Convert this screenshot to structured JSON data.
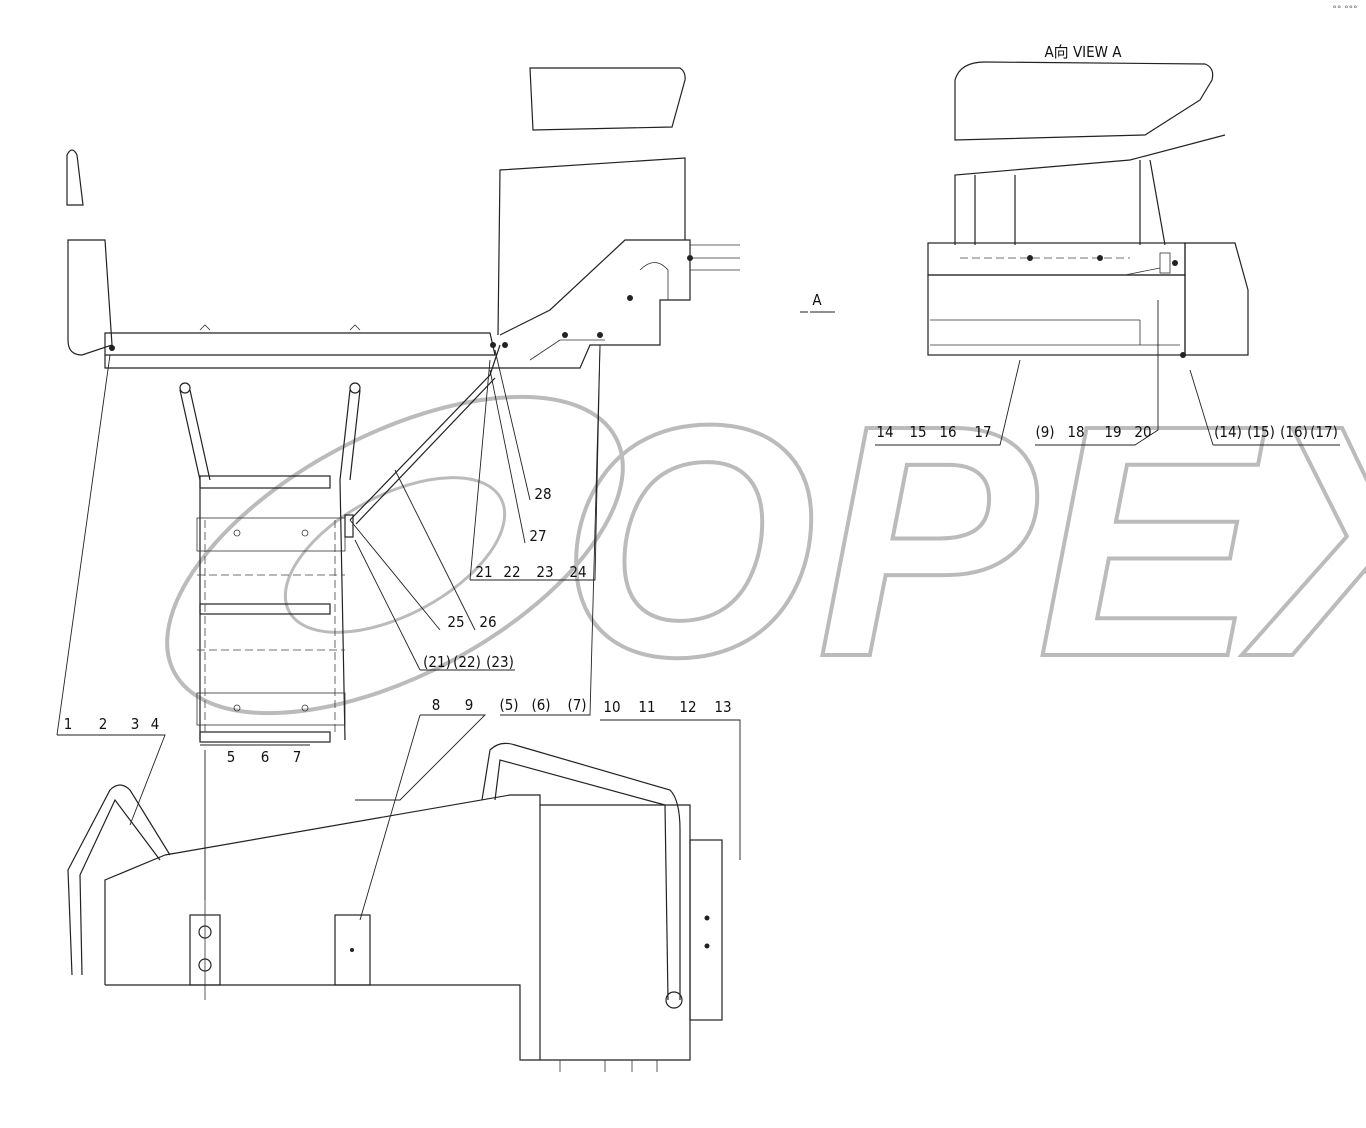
{
  "drawing": {
    "view_title": "A向  VIEW A",
    "view_marker": "A",
    "corner_marks": "°° °°°",
    "watermark": "OPEX",
    "callouts": {
      "view_a_group1": [
        "14",
        "15",
        "16",
        "17"
      ],
      "view_a_group2": [
        "(9)",
        "18",
        "19",
        "20"
      ],
      "view_a_group3": [
        "(14)",
        "(15)",
        "(16)",
        "(17)"
      ],
      "upper": [
        "28",
        "27"
      ],
      "group_21_24": [
        "21",
        "22",
        "23",
        "24"
      ],
      "group_25_26": [
        "25",
        "26"
      ],
      "group_ref_21_23": [
        "(21)",
        "(22)",
        "(23)"
      ],
      "group_8_9": [
        "8",
        "9"
      ],
      "group_ref_5_7": [
        "(5)",
        "(6)",
        "(7)"
      ],
      "group_10_13": [
        "10",
        "11",
        "12",
        "13"
      ],
      "group_1_4": [
        "1",
        "2",
        "3",
        "4"
      ],
      "group_5_7": [
        "5",
        "6",
        "7"
      ]
    }
  }
}
